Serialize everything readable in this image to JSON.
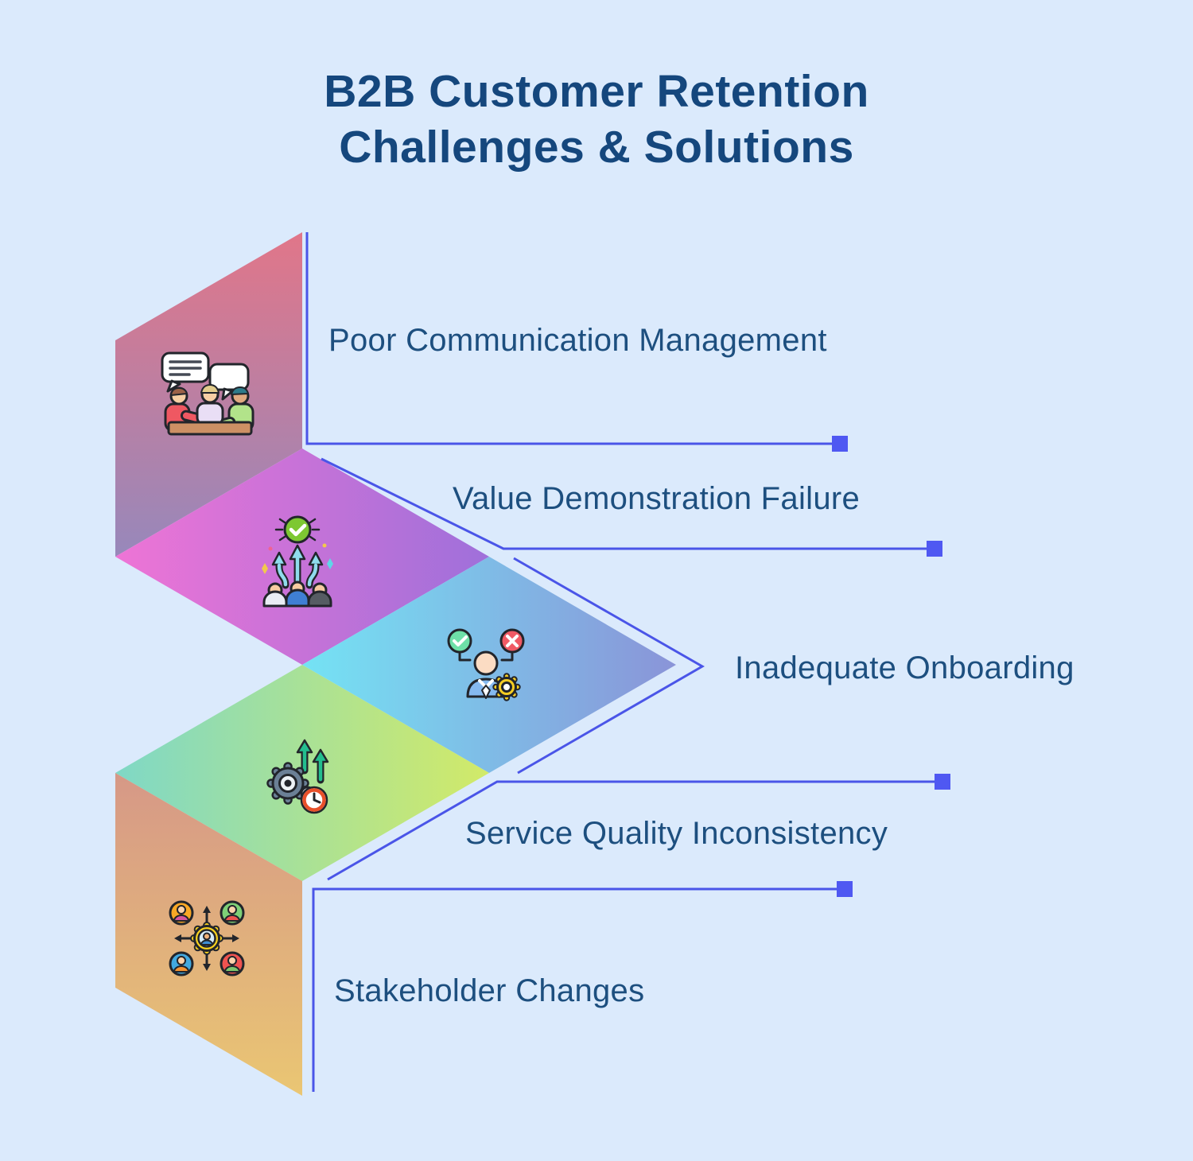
{
  "title": {
    "line1": "B2B Customer Retention",
    "line2": "Challenges & Solutions"
  },
  "colors": {
    "background": "#dbeafc",
    "title_text": "#15477d",
    "label_text": "#1d4f7f",
    "connector_line": "#4a55e8",
    "connector_square": "#4f58f2"
  },
  "items": [
    {
      "label": "Poor Communication Management",
      "icon": "meeting-discussion-icon",
      "gradient_from": "#e17689",
      "gradient_to": "#9788bb",
      "gradient_direction": "vertical"
    },
    {
      "label": "Value Demonstration Failure",
      "icon": "team-alignment-check-icon",
      "gradient_from": "#ee74d6",
      "gradient_to": "#9f70da",
      "gradient_direction": "horizontal"
    },
    {
      "label": "Inadequate Onboarding",
      "icon": "decision-approval-person-icon",
      "gradient_from": "#74e3f4",
      "gradient_to": "#8a94d8",
      "gradient_direction": "horizontal"
    },
    {
      "label": "Service Quality Inconsistency",
      "icon": "process-efficiency-gear-clock-icon",
      "gradient_from": "#7fd8c6",
      "gradient_to": "#d2ea68",
      "gradient_direction": "horizontal"
    },
    {
      "label": "Stakeholder Changes",
      "icon": "stakeholder-network-icon",
      "gradient_from": "#d69887",
      "gradient_to": "#eac673",
      "gradient_direction": "vertical"
    }
  ]
}
